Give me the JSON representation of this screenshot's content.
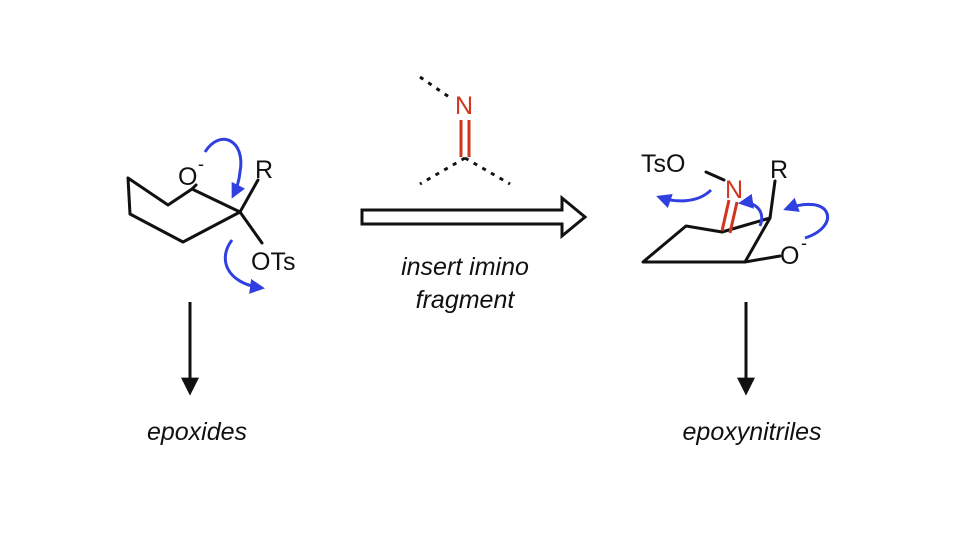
{
  "colors": {
    "bond": "#111111",
    "imino": "#d0351f",
    "electron_arrow": "#2f3fe0",
    "background": "#ffffff"
  },
  "left": {
    "oxide_label": "O",
    "oxide_charge": "-",
    "r_label": "R",
    "leaving_group": "OTs",
    "product": "epoxides"
  },
  "middle": {
    "imino_atom": "N",
    "caption_line1": "insert imino",
    "caption_line2": "fragment"
  },
  "right": {
    "leaving_group": "TsO",
    "imino_atom": "N",
    "r_label": "R",
    "oxide_label": "O",
    "oxide_charge": "-",
    "product": "epoxynitriles"
  }
}
